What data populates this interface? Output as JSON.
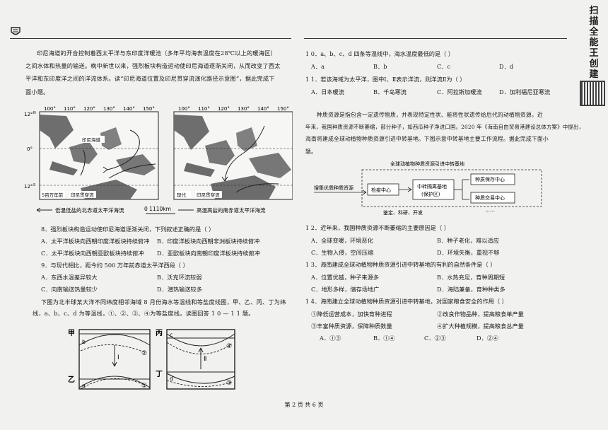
{
  "header": {
    "side_text": "扫描全能王 创建"
  },
  "intro": {
    "l1": "印尼海道的开合控制着西太平洋与东印度洋暖池（多年平均海表温度在28℃以上的暖海区）",
    "l2": "之间水体和热量的输送。晚中新世以来，强烈板块构造运动使印尼海道逐渐关闭，从而改变了西太",
    "l3": "平洋和东印度洋之间的洋流体系。读“印尼海道位置及印尼贯穿流演化路径示意图”，据此完成下",
    "l4": "面小题。"
  },
  "maps": {
    "lon": [
      "100°",
      "110°",
      "120°",
      "130°",
      "140°",
      "150°"
    ],
    "lat_n": "12°",
    "lat_0": "0°",
    "lat_s": "12°",
    "label_n": "N",
    "label_s": "S",
    "left_label_a": "印尼海道",
    "left_label_b": "5百万年前",
    "left_label_c": "印尼贯穿流",
    "right_label_b": "现代",
    "right_label_c": "印尼贯穿流",
    "legend_left": "低温低盐的北赤道太平洋海流",
    "legend_scale": "0  1110km",
    "legend_right": "高温高盐的南赤道太平洋海流"
  },
  "q8": {
    "stem": "8．强烈板块构造运动使印尼海道逐渐关闭，下列叙述正确的是（      ）",
    "a": "A．太平洋板块向西朝印度洋板块持续俯冲",
    "b": "B．印度洋板块向西朝非洲板块持续俯冲",
    "c": "C．太平洋板块向西朝亚欧板块持续俯冲",
    "d": "D．亚欧板块向南朝印度洋板块持续俯冲"
  },
  "q9": {
    "stem": "9．与现代相比，距今约 500 万年前赤道太平洋西段（      ）",
    "a": "A．东西水温差异较大",
    "b": "B．沃克环流较弱",
    "c": "C．向南输送热量较少",
    "d": "D．潜热输送较多"
  },
  "group2": {
    "l1": "下图为北半球某大洋不同纬度相邻海域 8 月份海水等温线和等盐度线图，甲、乙、丙、丁为纬",
    "l2": "线，a、b、c、d 为等温线，①、②、③、④为等盐度线。读图回答 1 0 — 1 1 题。"
  },
  "diagram": {
    "jia": "甲",
    "yi": "乙",
    "bing": "丙",
    "ding": "丁",
    "a": "a",
    "b": "b",
    "c": "c",
    "d": "d",
    "I": "Ⅰ",
    "II": "Ⅱ",
    "n1": "①",
    "n2": "②",
    "n3": "③",
    "n4": "④"
  },
  "q10": {
    "stem": "1 0．a、b、c、d 四条等温线中，海水温度最低的是（      ）",
    "a": "A．a",
    "b": "B．b",
    "c": "C．c",
    "d": "D．d"
  },
  "q11": {
    "stem": "1 1．若该海域为太平洋，图中Ⅰ、Ⅱ表示洋流，则洋流Ⅱ为（      ）",
    "a": "A．日本暖流",
    "b": "B．千岛寒流",
    "c": "C．阿拉斯加暖流",
    "d": "D．加利福尼亚寒流"
  },
  "seed": {
    "l1": "种质资源是指包含一定遗传物质，并表现特定性状、能将性状遗传给后代的动植物资源。近",
    "l2": "年来，我国种质资源不断萎缩，部分种子，如西瓜种子净进口国。2020 年《海南自由贸易港建设总体方案》中提出，",
    "l3": "海南将建成全球动植物种质资源引进中转基地。下图示意中转基地主要工作流程。据此完成下面小",
    "l4": "题。"
  },
  "flow": {
    "title": "全球动植物种质资源引进中转基地",
    "input": "搜集优质种质资源",
    "step1": "检疫中心",
    "step2a": "中转隔离基地",
    "step2b": "(保护区)",
    "out1": "种质保存中心",
    "out2": "种质交易中心",
    "more": "……",
    "bottom": "鉴定、科研、开发"
  },
  "q12": {
    "stem": "1 2．近年来，我国种质资源不断萎缩的主要原因是（      ）",
    "a": "A．全球变暖，环境恶化",
    "b": "B．种子老化，难以适应",
    "c": "C．生物入侵，空间压缩",
    "d": "D．环境失衡，重视不够"
  },
  "q13": {
    "stem": "1 3．海南建成全球动植物种质资源引进中转基地的有利的自然条件是（      ）",
    "a": "A．位置优越，种子来源多",
    "b": "B．水热充足，育种周期短",
    "c": "C．地形多样，储存场地广",
    "d": "D．海陆兼备，育种种类多"
  },
  "q14": {
    "stem": "1 4．海南建立全球动植物种质资源引进中转基地，对国家粮食安全的作用（      ）",
    "s1": "①降低运营成本，加快育种进程",
    "s2": "②改良作物品种，提高粮食单产量",
    "s3": "③丰富种质资源，保障种质数量",
    "s4": "④扩大种植规模，提高粮食总产量",
    "a": "A．①③",
    "b": "B．①④",
    "c": "C．②③",
    "d": "D．②④"
  },
  "footer": {
    "page": "第 2 页 共 6 页"
  }
}
